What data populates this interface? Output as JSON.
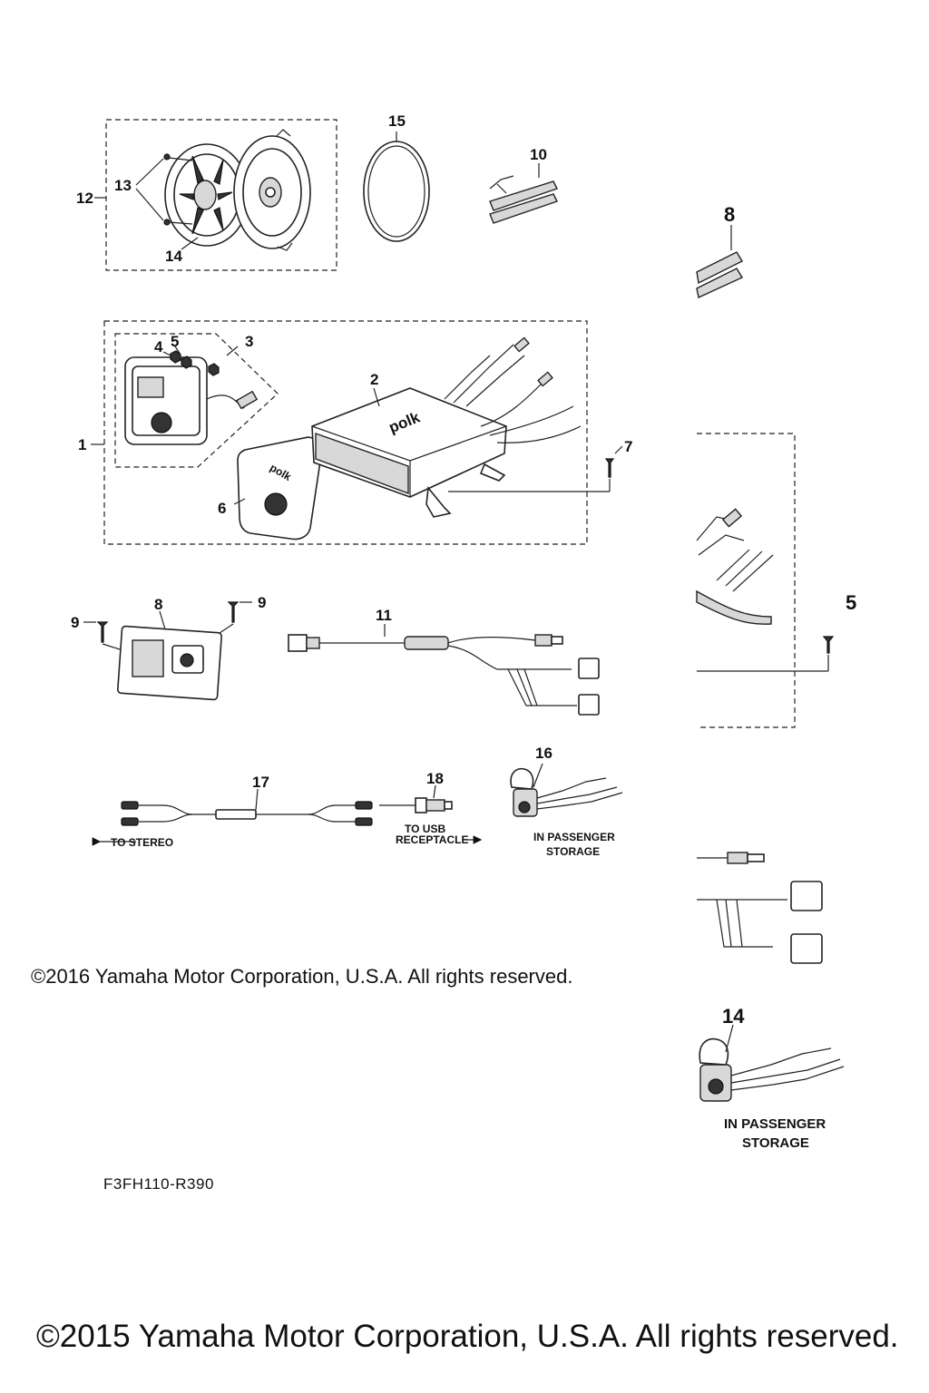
{
  "callouts": {
    "c1": "1",
    "c2": "2",
    "c3": "3",
    "c4": "4",
    "c5": "5",
    "c6": "6",
    "c7": "7",
    "c8": "8",
    "c9a": "9",
    "c9b": "9",
    "c10": "10",
    "c11": "11",
    "c12": "12",
    "c13": "13",
    "c14": "14",
    "c15": "15",
    "c16": "16",
    "c17": "17",
    "c18": "18"
  },
  "inset_callouts": {
    "c8": "8",
    "c5": "5",
    "c14": "14"
  },
  "notes": {
    "to_stereo": "TO STEREO",
    "to_usb_line1": "TO USB",
    "to_usb_line2": "RECEPTACLE",
    "in_passenger_line1": "IN PASSENGER",
    "in_passenger_line2": "STORAGE",
    "inset_in_passenger_line1": "IN PASSENGER",
    "inset_in_passenger_line2": "STORAGE"
  },
  "brand_mark": "polk",
  "copyright_2016": "©2016 Yamaha Motor Corporation, U.S.A. All rights reserved.",
  "figure_code": "F3FH110-R390",
  "copyright_2015": "©2015 Yamaha Motor Corporation, U.S.A. All rights reserved."
}
